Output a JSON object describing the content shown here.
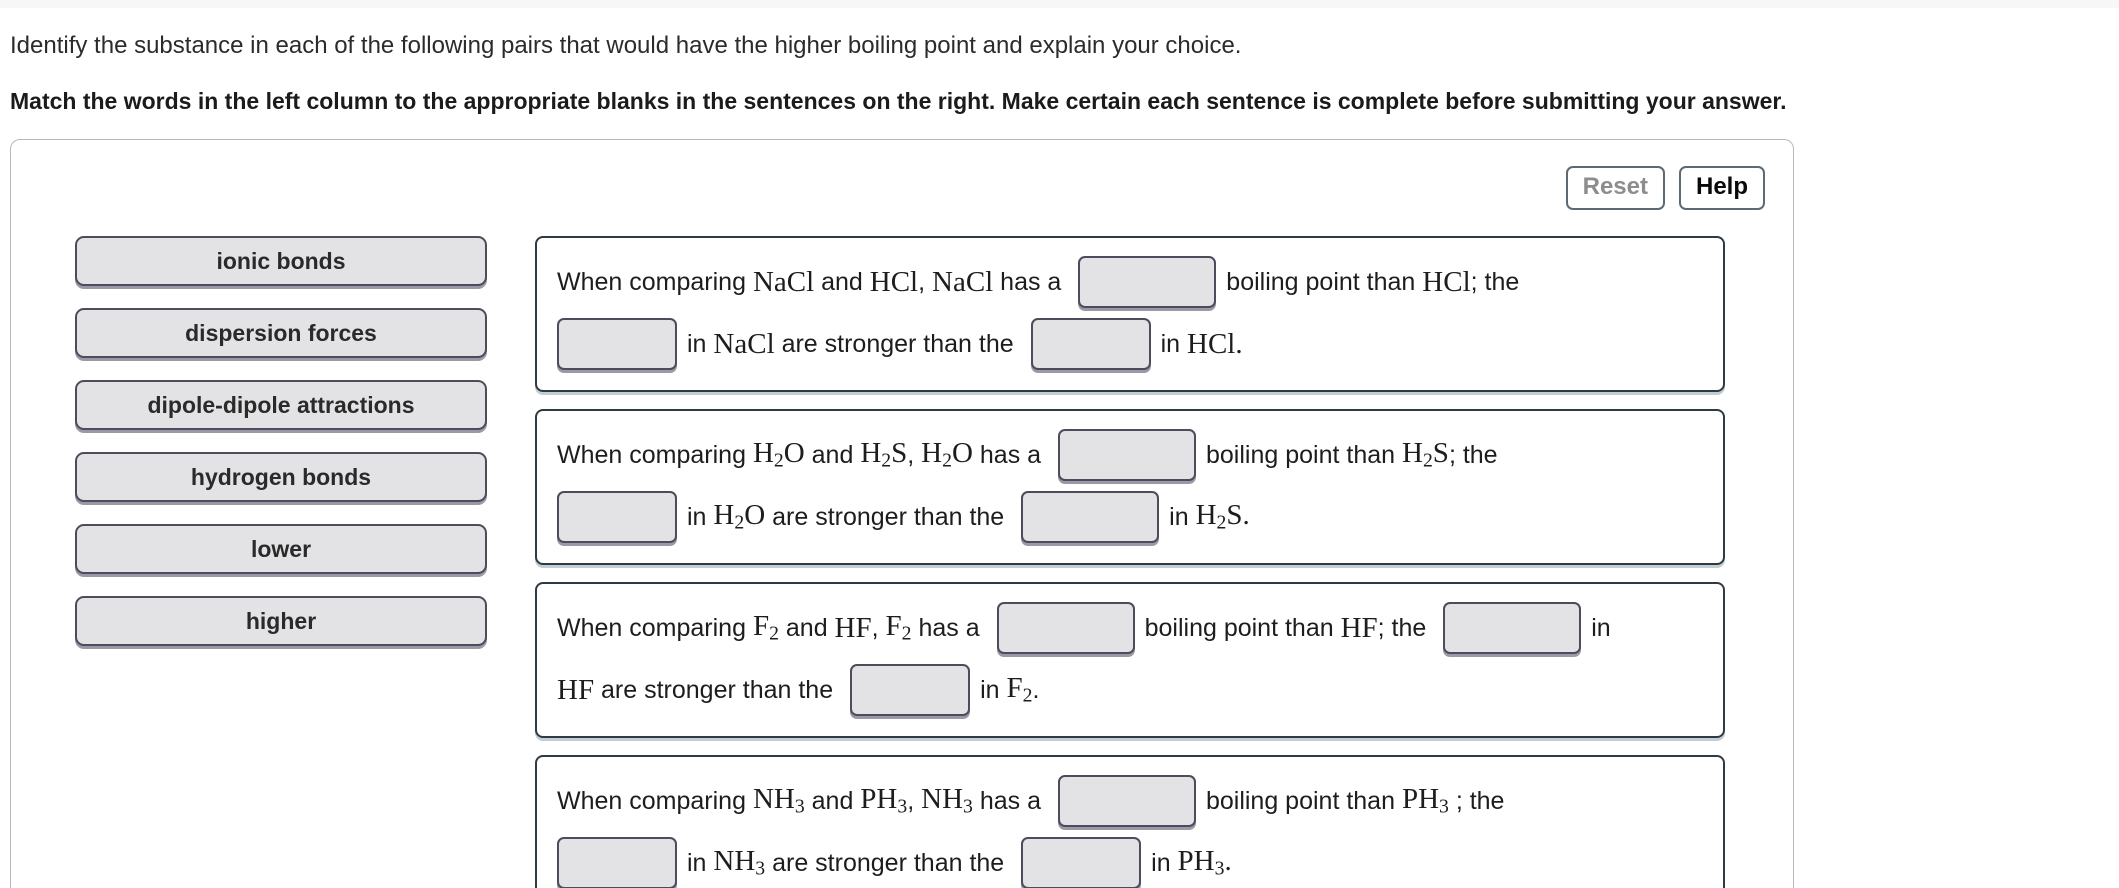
{
  "page": {
    "prompt": "Identify the substance in each of the following pairs that would have the higher boiling point and explain your choice.",
    "instruction": "Match the words in the left column to the appropriate blanks in the sentences on the right. Make certain each sentence is complete before submitting your answer."
  },
  "toolbar": {
    "reset_label": "Reset",
    "help_label": "Help"
  },
  "word_bank": {
    "items": [
      {
        "label": "ionic bonds"
      },
      {
        "label": "dispersion forces"
      },
      {
        "label": "dipole-dipole attractions"
      },
      {
        "label": "hydrogen bonds"
      },
      {
        "label": "lower"
      },
      {
        "label": "higher"
      }
    ]
  },
  "sentences": [
    {
      "id": "nacl-hcl",
      "line1": {
        "t1": "When comparing ",
        "c1": "NaCl",
        "t2": " and ",
        "c2": "HCl",
        "t3": ", ",
        "c3": "NaCl",
        "t4": " has a ",
        "blank1": "",
        "t5": "boiling point than ",
        "c4": "HCl",
        "t6": "; the"
      },
      "line2": {
        "blank2": "",
        "t1": "in ",
        "c1": "NaCl",
        "t2": " are stronger than the ",
        "blank3": "",
        "t3": "in ",
        "c2": "HCl."
      }
    },
    {
      "id": "h2o-h2s",
      "line1": {
        "t1": "When comparing ",
        "c1": "H2O",
        "t2": " and ",
        "c2": "H2S",
        "t3": ", ",
        "c3": "H2O",
        "t4": " has a ",
        "blank1": "",
        "t5": "boiling point than ",
        "c4": "H2S",
        "t6": "; the"
      },
      "line2": {
        "blank2": "",
        "t1": "in ",
        "c1": "H2O",
        "t2": " are stronger than the ",
        "blank3": "",
        "t3": "in ",
        "c2": "H2S."
      }
    },
    {
      "id": "f2-hf",
      "line1": {
        "t1": "When comparing ",
        "c1": "F2",
        "t2": " and ",
        "c2": "HF",
        "t3": ", ",
        "c3": "F2",
        "t4": " has a ",
        "blank1": "",
        "t5": "boiling point than ",
        "c4": "HF",
        "t6": "; the ",
        "blank2": "",
        "t7": "in"
      },
      "line2": {
        "c1": "HF",
        "t1": " are stronger than the ",
        "blank3": "",
        "t2": "in ",
        "c2": "F2",
        "t3": "."
      }
    },
    {
      "id": "nh3-ph3",
      "line1": {
        "t1": "When comparing ",
        "c1": "NH3",
        "t2": " and ",
        "c2": "PH3",
        "t3": ", ",
        "c3": "NH3",
        "t4": " has a ",
        "blank1": "",
        "t5": "boiling point than ",
        "c4": "PH3",
        "t6": " ; the"
      },
      "line2": {
        "blank2": "",
        "t1": "in ",
        "c1": "NH3",
        "t2": " are stronger than the ",
        "blank3": "",
        "t3": "in ",
        "c2": "PH3."
      }
    }
  ]
}
